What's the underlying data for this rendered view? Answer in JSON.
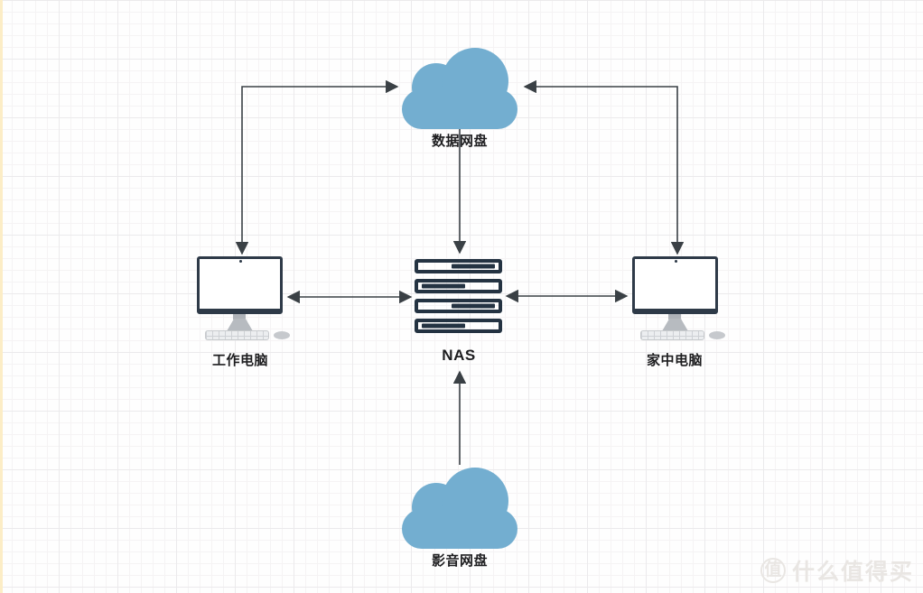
{
  "colors": {
    "cloud": "#73aed0",
    "ink": "#3a4045",
    "nas": "#243342",
    "monitor-frame": "#2e3a48",
    "label": "#1d1d1f",
    "watermark": "#e9e6e3",
    "grid-minor": "#f5f3f4",
    "grid-major": "#ebeaec",
    "page-edge": "#fcedc6"
  },
  "nodes": {
    "cloud_top": {
      "type": "cloud",
      "label": "数据网盘"
    },
    "pc_left": {
      "type": "computer",
      "label": "工作电脑"
    },
    "nas": {
      "type": "nas-server",
      "label": "NAS"
    },
    "pc_right": {
      "type": "computer",
      "label": "家中电脑"
    },
    "cloud_bottom": {
      "type": "cloud",
      "label": "影音网盘"
    }
  },
  "edges": [
    {
      "from": "工作电脑",
      "to": "数据网盘",
      "style": "elbow",
      "direction": "both"
    },
    {
      "from": "家中电脑",
      "to": "数据网盘",
      "style": "elbow",
      "direction": "both"
    },
    {
      "from": "数据网盘",
      "to": "NAS",
      "style": "straight",
      "direction": "one-way"
    },
    {
      "from": "影音网盘",
      "to": "NAS",
      "style": "straight",
      "direction": "one-way"
    },
    {
      "from": "工作电脑",
      "to": "NAS",
      "style": "straight",
      "direction": "both"
    },
    {
      "from": "NAS",
      "to": "家中电脑",
      "style": "straight",
      "direction": "both"
    }
  ],
  "watermark": {
    "badge": "值",
    "text": "什么值得买"
  }
}
